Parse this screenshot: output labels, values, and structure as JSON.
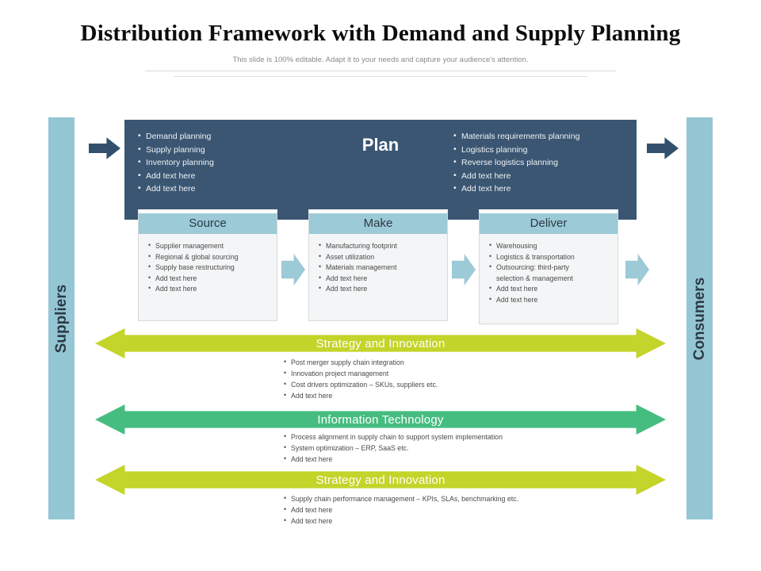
{
  "header": {
    "title": "Distribution Framework with Demand and Supply Planning",
    "subtitle": "This slide is 100% editable. Adapt it to your needs and capture your audience's attention."
  },
  "rails": {
    "left_label": "Suppliers",
    "right_label": "Consumers"
  },
  "plan": {
    "title": "Plan",
    "left_bullets": [
      "Demand planning",
      "Supply planning",
      "Inventory planning",
      "Add text here",
      "Add text here"
    ],
    "right_bullets": [
      "Materials requirements planning",
      "Logistics planning",
      "Reverse logistics planning",
      "Add text here",
      "Add text here"
    ]
  },
  "stages": [
    {
      "title": "Source",
      "bullets": [
        "Supplier management",
        "Regional & global sourcing",
        "Supply base restructuring",
        "Add text here",
        "Add text here"
      ]
    },
    {
      "title": "Make",
      "bullets": [
        "Manufacturing  footprint",
        "Asset utilization",
        "Materials  management",
        "Add text here",
        "Add text here"
      ]
    },
    {
      "title": "Deliver",
      "bullets": [
        "Warehousing",
        "Logistics  & transportation",
        "Outsourcing:  third-party",
        "selection  & management",
        "Add text here",
        "Add text here"
      ]
    }
  ],
  "bands": [
    {
      "label": "Strategy and Innovation",
      "color": "#c3d42a",
      "bullets": [
        "Post merger supply  chain integration",
        "Innovation  project management",
        "Cost drivers optimization  – SKUs, suppliers etc.",
        "Add text here"
      ]
    },
    {
      "label": "Information Technology",
      "color": "#46bd80",
      "bullets": [
        "Process alignment  in supply  chain to support system  implementation",
        "System optimization  – ERP, SaaS etc.",
        "Add text here"
      ]
    },
    {
      "label": "Strategy and Innovation",
      "color": "#c3d42a",
      "bullets": [
        "Supply chain performance management – KPIs, SLAs, benchmarking  etc.",
        "Add text here",
        "Add text here"
      ]
    }
  ],
  "colors": {
    "navy": "#3b5672",
    "navy_arrow": "#32506e",
    "rail": "#94c6d4",
    "teal": "#9ccad6",
    "lime": "#c3d42a",
    "green": "#46bd80",
    "card_bg": "#f4f5f6"
  }
}
